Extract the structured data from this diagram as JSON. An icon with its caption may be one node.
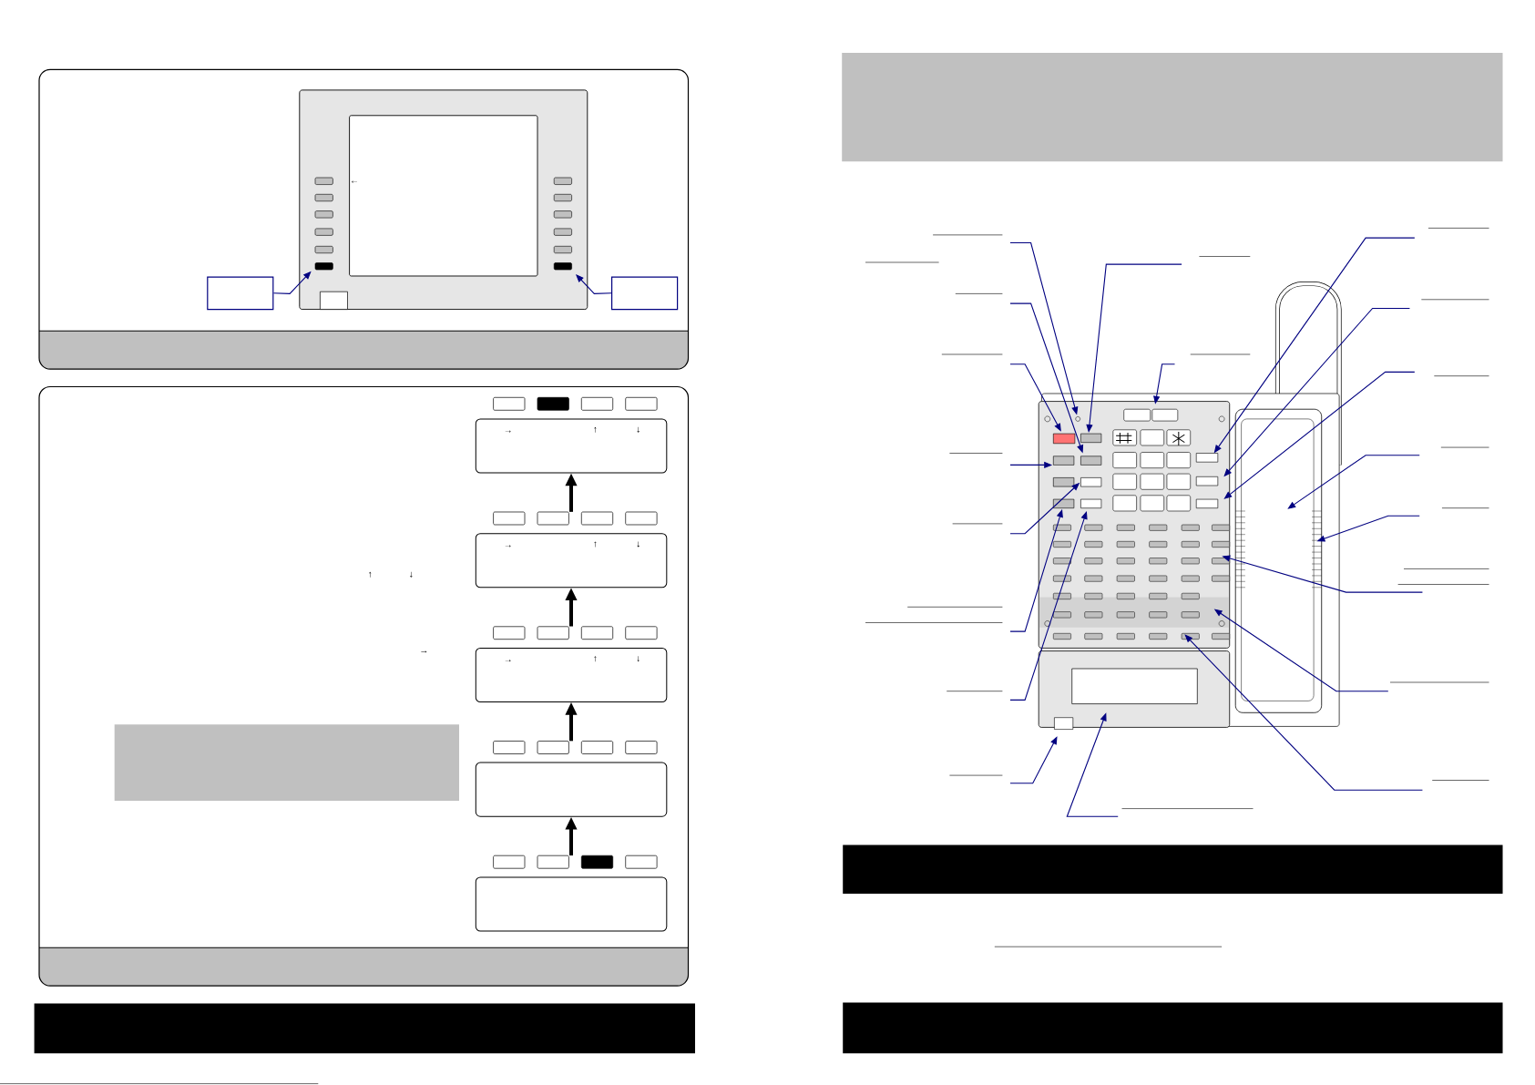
{
  "diagram": {
    "nodes": [
      {
        "text": [],
        "shape": "picture"
      },
      {
        "text": [],
        "shape": "box"
      },
      {
        "text": [],
        "shape": "box"
      },
      {
        "text": [],
        "shape": "box"
      },
      {
        "text": [],
        "shape": "box"
      },
      {
        "text": [],
        "shape": "box"
      },
      {
        "text": [],
        "shape": "box"
      },
      {
        "text": [],
        "shape": "box"
      },
      {
        "text": [],
        "shape": "picture"
      },
      {
        "text": [],
        "shape": "box"
      }
    ],
    "edges": [
      {
        "from": 1,
        "to": 0,
        "arrow": "to"
      },
      {
        "from": 2,
        "to": 0,
        "arrow": "to"
      },
      {
        "from": 7,
        "to": 6,
        "arrow": "to",
        "style": "thick",
        "color": "#000000"
      },
      {
        "from": 6,
        "to": 5,
        "arrow": "to",
        "style": "thick",
        "color": "#000000"
      },
      {
        "from": 5,
        "to": 4,
        "arrow": "to",
        "style": "thick",
        "color": "#000000"
      },
      {
        "from": 4,
        "to": 3,
        "arrow": "to",
        "style": "thick",
        "color": "#000000"
      },
      {
        "from": null,
        "to": 8,
        "arrow": "to"
      },
      {
        "from": null,
        "to": 8,
        "arrow": "to"
      },
      {
        "from": null,
        "to": 8,
        "arrow": "to"
      },
      {
        "from": null,
        "to": 8,
        "arrow": "to"
      },
      {
        "from": null,
        "to": 8,
        "arrow": "to"
      },
      {
        "from": null,
        "to": 8,
        "arrow": "to"
      },
      {
        "from": null,
        "to": 8,
        "arrow": "to"
      },
      {
        "from": null,
        "to": 8,
        "arrow": "to"
      },
      {
        "from": null,
        "to": 8,
        "arrow": "to"
      },
      {
        "from": null,
        "to": 8,
        "arrow": "to"
      },
      {
        "from": null,
        "to": 8,
        "arrow": "to"
      },
      {
        "from": null,
        "to": 8,
        "arrow": "to"
      },
      {
        "from": null,
        "to": 8,
        "arrow": "to"
      },
      {
        "from": null,
        "to": 8,
        "arrow": "to"
      },
      {
        "from": null,
        "to": 8,
        "arrow": "to"
      },
      {
        "from": null,
        "to": 8,
        "arrow": "to"
      },
      {
        "from": null,
        "to": 8,
        "arrow": "to"
      },
      {
        "from": null,
        "to": 8,
        "arrow": "to"
      },
      {
        "from": null,
        "to": 8,
        "arrow": "to"
      }
    ],
    "labels": [
      "←",
      "→",
      "↑",
      "↓",
      "→",
      "↑",
      "↓",
      "↑",
      "↓",
      "→",
      "→",
      "↑",
      "↓"
    ]
  }
}
